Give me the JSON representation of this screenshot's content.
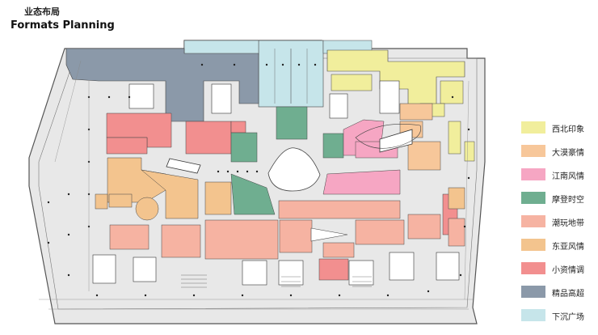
{
  "header": {
    "title_cn": "业态布局",
    "title_en": "Formats Planning"
  },
  "legend": [
    {
      "key": "xibei",
      "label": "西北印象",
      "color": "#f1ee9c"
    },
    {
      "key": "damo",
      "label": "大漠豪情",
      "color": "#f7c79a"
    },
    {
      "key": "jiangnan",
      "label": "江南风情",
      "color": "#f6a6c3"
    },
    {
      "key": "modeng",
      "label": "摩登时空",
      "color": "#6fae90"
    },
    {
      "key": "chaowan",
      "label": "潮玩地带",
      "color": "#f6b3a2"
    },
    {
      "key": "dongya",
      "label": "东亚风情",
      "color": "#f3c48e"
    },
    {
      "key": "xiaozi",
      "label": "小资情调",
      "color": "#f28f8f"
    },
    {
      "key": "jingpin",
      "label": "精品高超",
      "color": "#8b99a9"
    },
    {
      "key": "xiachen",
      "label": "下沉广场",
      "color": "#c6e5ea"
    }
  ],
  "plan": {
    "background": "#e9e9e9",
    "wall_color": "#3a3a3a"
  }
}
